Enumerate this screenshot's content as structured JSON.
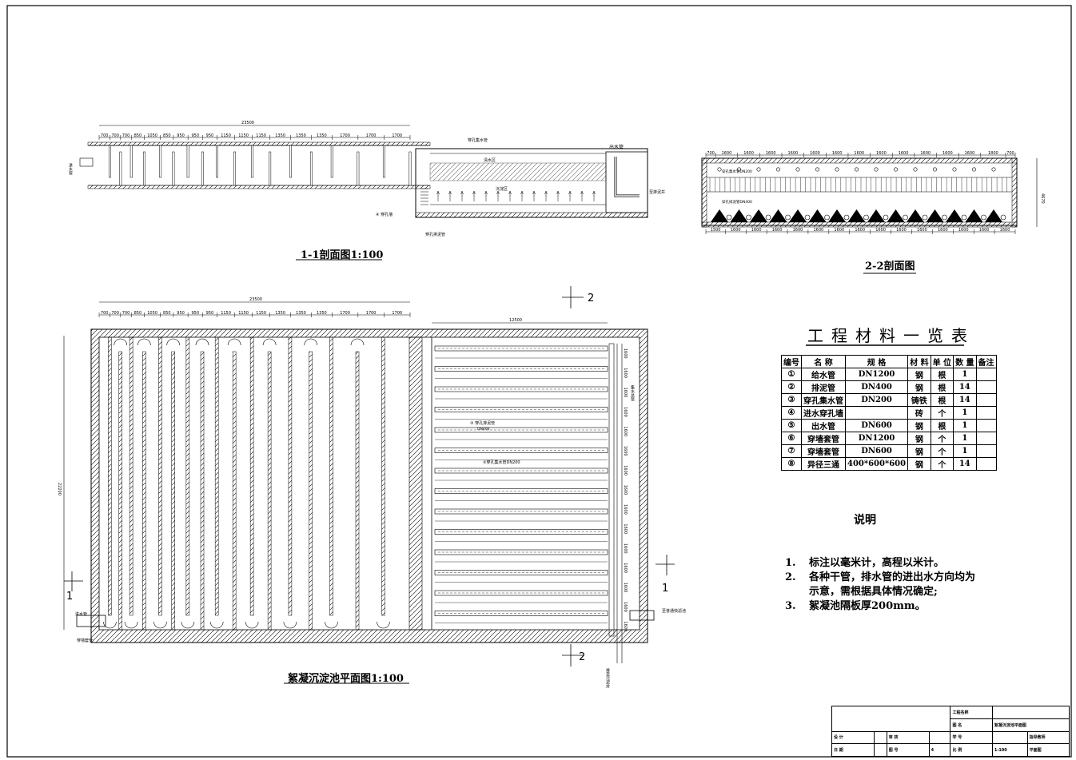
{
  "section_1_1": {
    "caption": "1-1剖面图1:100",
    "total_dim": "23500",
    "dims": [
      "700",
      "700",
      "700",
      "850",
      "1050",
      "850",
      "950",
      "950",
      "950",
      "1150",
      "1150",
      "1150",
      "1350",
      "1350",
      "1350",
      "1700",
      "1700",
      "1700"
    ],
    "labels": {
      "inlet": "进水管",
      "perforated_collector": "穿孔集水管",
      "clear_zone": "清水区",
      "settling_zone": "沉淀区",
      "outlet": "出水管",
      "perforated_wall": "④ 穿孔墙",
      "sludge_pipe": "穿孔排泥管",
      "overflow": "至排泥井"
    }
  },
  "section_2_2": {
    "caption": "2-2剖面图",
    "top_dims": [
      "700",
      "1600",
      "1600",
      "1600",
      "1600",
      "1600",
      "1600",
      "1600",
      "1600",
      "1600",
      "1600",
      "1600",
      "1600",
      "1800",
      "700"
    ],
    "bottom_dims": [
      "1500",
      "1600",
      "1600",
      "1600",
      "1600",
      "1600",
      "1600",
      "1600",
      "1600",
      "1600",
      "1600",
      "1600",
      "1600",
      "1600",
      "1600"
    ],
    "height_dim": "4670",
    "labels": {
      "collector": "穿孔集水管DN200",
      "sludge": "穿孔排泥管DN400"
    }
  },
  "plan": {
    "caption": "絮凝沉淀池平面图1:100",
    "total_dim": "23500",
    "settle_dim": "12500",
    "width_dim": "22200",
    "dims": [
      "700",
      "700",
      "700",
      "850",
      "1050",
      "850",
      "950",
      "950",
      "950",
      "1150",
      "1150",
      "1150",
      "1350",
      "1350",
      "1350",
      "1700",
      "1700",
      "1700"
    ],
    "right_dims": [
      "1600",
      "1600",
      "1600",
      "1600",
      "1600",
      "1600",
      "1600",
      "1600",
      "1600",
      "1600",
      "1600",
      "1600",
      "1600",
      "1600",
      "1600"
    ],
    "labels": {
      "inlet": "进水管",
      "sleeve": "穿墙套管",
      "sludge_label": "③ 穿孔排泥管",
      "sludge_size": "DN400",
      "collector_label": "③穿孔集水管DN200",
      "main_collector": "集水总管",
      "to_filter": "至普通快滤池",
      "to_sludge_well": "排至污泥井",
      "sec_mark_1": "1",
      "sec_mark_2": "2"
    }
  },
  "materials": {
    "title": "工程材料一览表",
    "headers": [
      "编号",
      "名 称",
      "规 格",
      "材 料",
      "单 位",
      "数 量",
      "备注"
    ],
    "rows": [
      [
        "①",
        "给水管",
        "DN1200",
        "钢",
        "根",
        "1",
        ""
      ],
      [
        "②",
        "排泥管",
        "DN400",
        "钢",
        "根",
        "14",
        ""
      ],
      [
        "③",
        "穿孔集水管",
        "DN200",
        "铸铁",
        "根",
        "14",
        ""
      ],
      [
        "④",
        "进水穿孔墙",
        "",
        "砖",
        "个",
        "1",
        ""
      ],
      [
        "⑤",
        "出水管",
        "DN600",
        "钢",
        "根",
        "1",
        ""
      ],
      [
        "⑥",
        "穿墙套管",
        "DN1200",
        "钢",
        "个",
        "1",
        ""
      ],
      [
        "⑦",
        "穿墙套管",
        "DN600",
        "钢",
        "个",
        "1",
        ""
      ],
      [
        "⑧",
        "异径三通",
        "400*600*600",
        "钢",
        "个",
        "14",
        ""
      ]
    ]
  },
  "notes": {
    "title": "说明",
    "items": [
      {
        "num": "1.",
        "text": "标注以毫米计，高程以米计。"
      },
      {
        "num": "2.",
        "text": "各种干管，排水管的进出水方向均为"
      },
      {
        "num": "",
        "text": "示意，需根据具体情况确定;"
      },
      {
        "num": "3.",
        "text": "絮凝池隔板厚200mm。"
      }
    ]
  },
  "title_block": {
    "project_label": "工程名称",
    "drawing_label": "图 名",
    "drawing_name": "絮凝沉淀池平面图",
    "design": "设 计",
    "date": "日 期",
    "review": "审 核",
    "sheet_no": "图 号",
    "sheet_val": "4",
    "student_no": "学 号",
    "advisor": "指导教师",
    "scale_label": "比 例",
    "scale_val": "1:100",
    "drawing_type": "平面图"
  }
}
